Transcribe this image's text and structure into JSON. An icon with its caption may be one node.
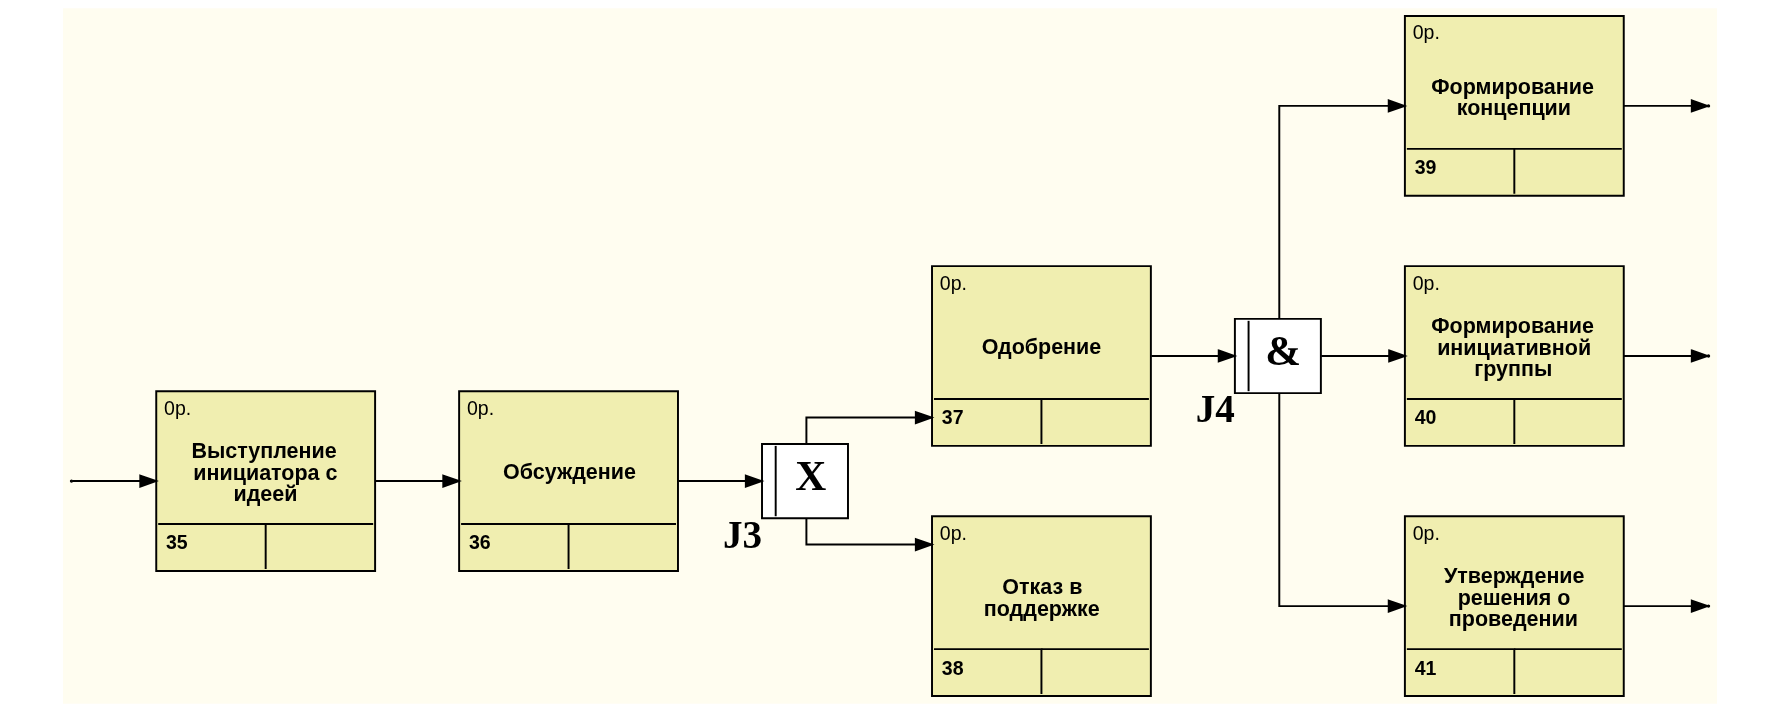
{
  "diagram": {
    "nodes": [
      {
        "text": [
          "0р.",
          "Выступление инициатора с идеей",
          "35"
        ]
      },
      {
        "text": [
          "0р.",
          "Обсуждение",
          "36"
        ]
      },
      {
        "text": [
          "X"
        ],
        "beside": [
          "J3"
        ]
      },
      {
        "text": [
          "0р.",
          "Одобрение",
          "37"
        ]
      },
      {
        "text": [
          "0р.",
          "Отказ в поддержке",
          "38"
        ]
      },
      {
        "text": [
          "&"
        ],
        "beside": [
          "J4"
        ]
      },
      {
        "text": [
          "0р.",
          "Формирование концепции",
          "39"
        ]
      },
      {
        "text": [
          "0р.",
          "Формирование инициативной группы",
          "40"
        ]
      },
      {
        "text": [
          "0р.",
          "Утверждение решения о проведении",
          "41"
        ]
      }
    ],
    "edges": [
      {
        "from": null,
        "to": 0,
        "arrow": "to"
      },
      {
        "from": 0,
        "to": 1,
        "arrow": "to"
      },
      {
        "from": 1,
        "to": 2,
        "arrow": "to"
      },
      {
        "from": 2,
        "to": 3,
        "arrow": "to"
      },
      {
        "from": 2,
        "to": 4,
        "arrow": "to"
      },
      {
        "from": 3,
        "to": 5,
        "arrow": "to"
      },
      {
        "from": 5,
        "to": 6,
        "arrow": "to"
      },
      {
        "from": 5,
        "to": 7,
        "arrow": "to"
      },
      {
        "from": 5,
        "to": 8,
        "arrow": "to"
      },
      {
        "from": 6,
        "to": null,
        "arrow": "to"
      },
      {
        "from": 7,
        "to": null,
        "arrow": "to"
      },
      {
        "from": 8,
        "to": null,
        "arrow": "to"
      }
    ]
  }
}
